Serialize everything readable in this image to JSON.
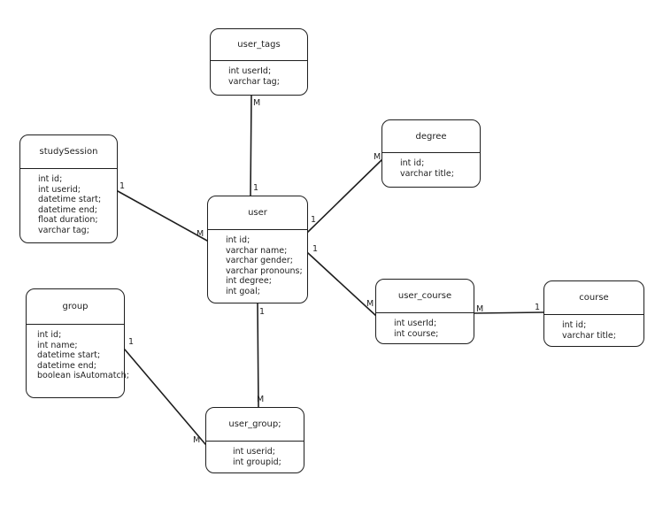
{
  "entities": {
    "user_tags": {
      "title": "user_tags",
      "fields": [
        "int userId;",
        "varchar tag;"
      ]
    },
    "studySession": {
      "title": "studySession",
      "fields": [
        "int id;",
        "int userid;",
        "datetime start;",
        "datetime end;",
        "float duration;",
        "varchar tag;"
      ]
    },
    "degree": {
      "title": "degree",
      "fields": [
        "int id;",
        "varchar title;"
      ]
    },
    "user": {
      "title": "user",
      "fields": [
        "int id;",
        "varchar name;",
        "varchar gender;",
        "varchar pronouns;",
        "int degree;",
        "int goal;"
      ]
    },
    "user_course": {
      "title": "user_course",
      "fields": [
        "int userId;",
        "int course;"
      ]
    },
    "course": {
      "title": "course",
      "fields": [
        "int id;",
        "varchar title;"
      ]
    },
    "group": {
      "title": "group",
      "fields": [
        "int id;",
        "int name;",
        "datetime start;",
        "datetime end;",
        "boolean isAutomatch;"
      ]
    },
    "user_group": {
      "title": "user_group;",
      "fields": [
        "int userid;",
        "int groupid;"
      ]
    }
  },
  "relationships": {
    "user_tags_user": {
      "from_label": "M",
      "to_label": "1"
    },
    "studySession_user": {
      "from_label": "1",
      "to_label": "M"
    },
    "user_degree": {
      "from_label": "1",
      "to_label": "M"
    },
    "user_user_course": {
      "from_label": "1",
      "to_label": "M"
    },
    "user_course_course": {
      "from_label": "M",
      "to_label": "1"
    },
    "user_user_group": {
      "from_label": "1",
      "to_label": "M"
    },
    "group_user_group": {
      "from_label": "1",
      "to_label": "M"
    }
  }
}
